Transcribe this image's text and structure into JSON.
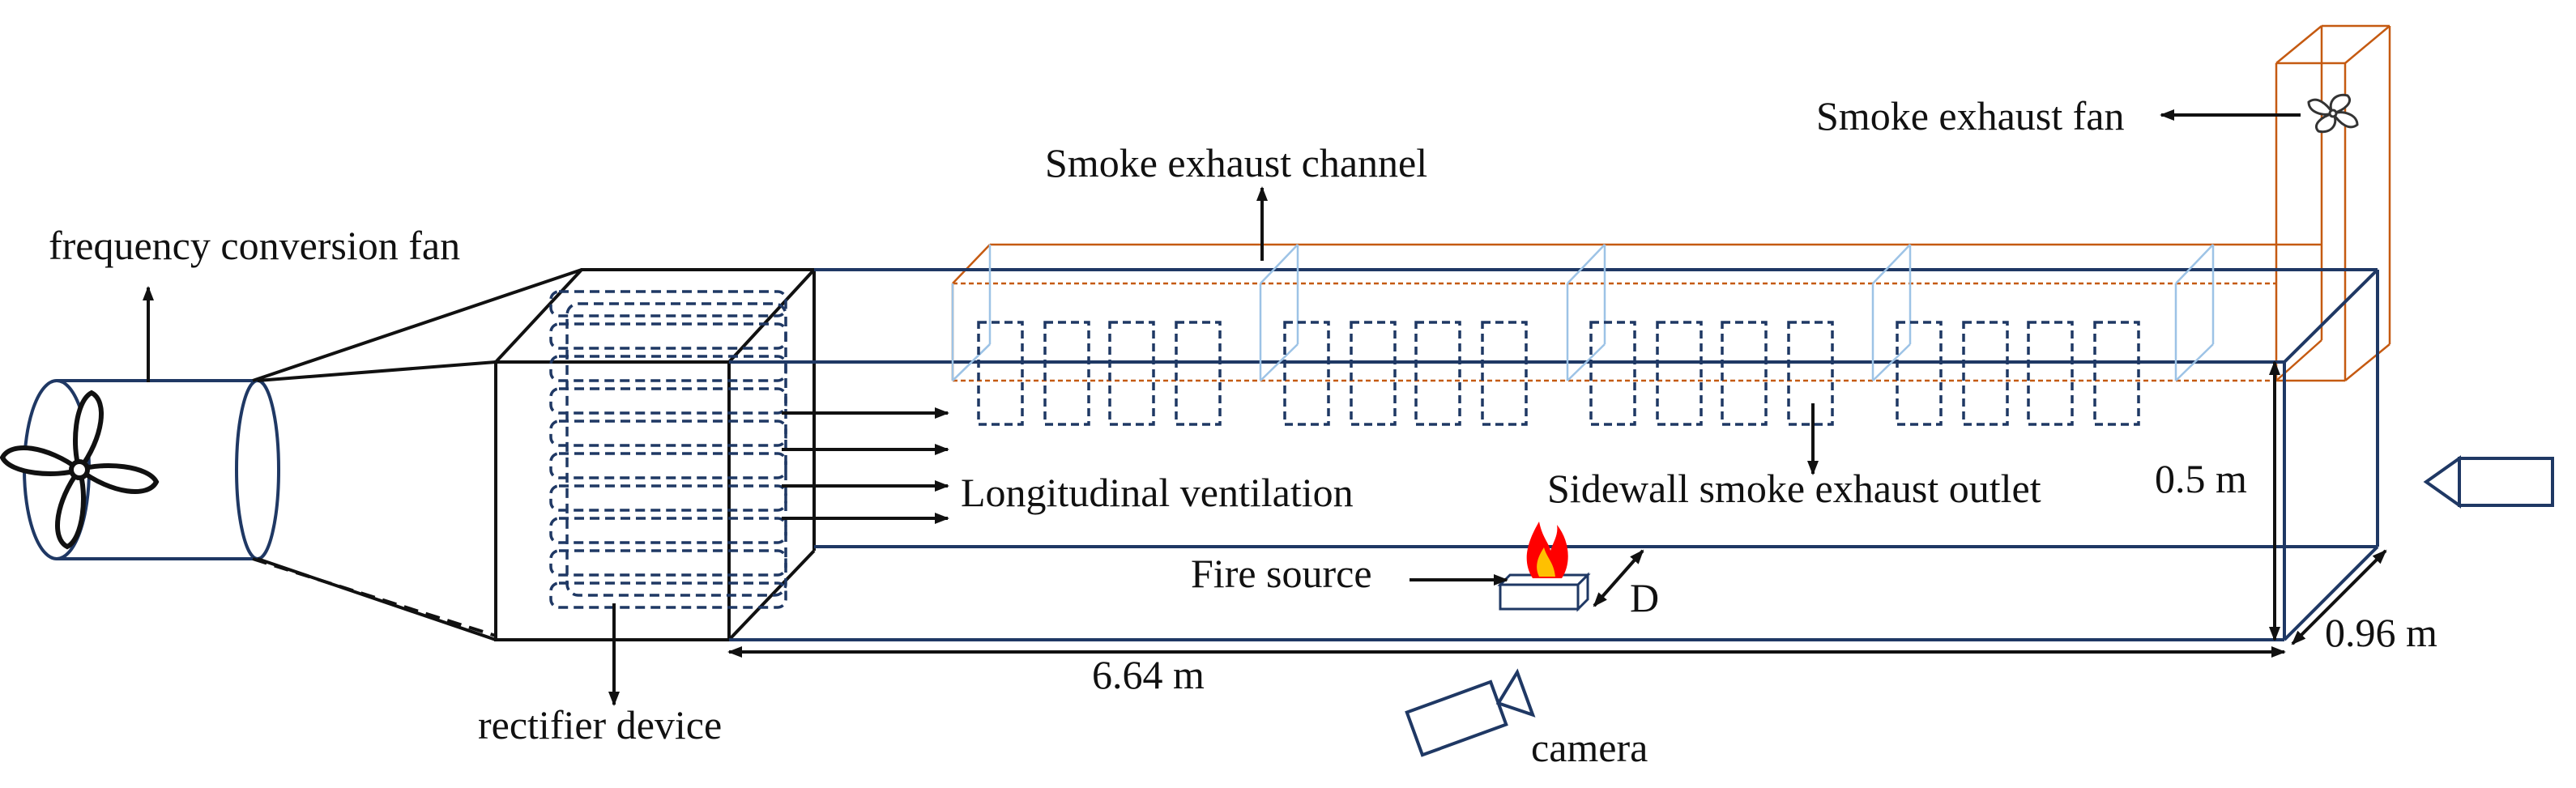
{
  "labels": {
    "frequency_fan": "frequency conversion fan",
    "rectifier": "rectifier device",
    "smoke_channel": "Smoke exhaust channel",
    "smoke_fan": "Smoke exhaust fan",
    "longitudinal": "Longitudinal ventilation",
    "sidewall_outlet": "Sidewall smoke exhaust outlet",
    "fire_source": "Fire source",
    "d_label": "D",
    "camera": "camera",
    "length": "6.64 m",
    "height": "0.5 m",
    "width": "0.96 m"
  },
  "colors": {
    "tunnel": "#1f3864",
    "channel": "#c55a11",
    "outline": "#111111",
    "flame_outer": "#ff0000",
    "flame_inner": "#ffc000",
    "glass": "#9dc3e6"
  }
}
